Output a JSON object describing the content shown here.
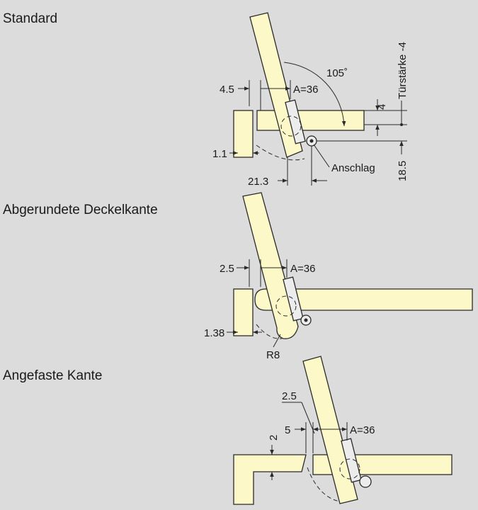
{
  "sections": [
    {
      "title": "Standard"
    },
    {
      "title": "Abgerundete Deckelkante"
    },
    {
      "title": "Angefaste Kante"
    }
  ],
  "standard": {
    "angle": "105˚",
    "dim_left_gap": "4.5",
    "dim_a": "A=36",
    "dim_door_thickness_label": "Türstärke -4",
    "dim_four": "4",
    "dim_offset": "18.5",
    "dim_small": "1.1",
    "dim_width": "21.3",
    "stop_label": "Anschlag"
  },
  "rounded": {
    "dim_left_gap": "2.5",
    "dim_a": "A=36",
    "dim_small": "1.38",
    "dim_radius": "R8"
  },
  "chamfered": {
    "dim_chamfer": "2.5",
    "dim_gap": "5",
    "dim_a": "A=36",
    "dim_height": "2"
  },
  "colors": {
    "background": "#dcdcdc",
    "wood": "#fdf8c8",
    "line": "#2a2a2a"
  }
}
